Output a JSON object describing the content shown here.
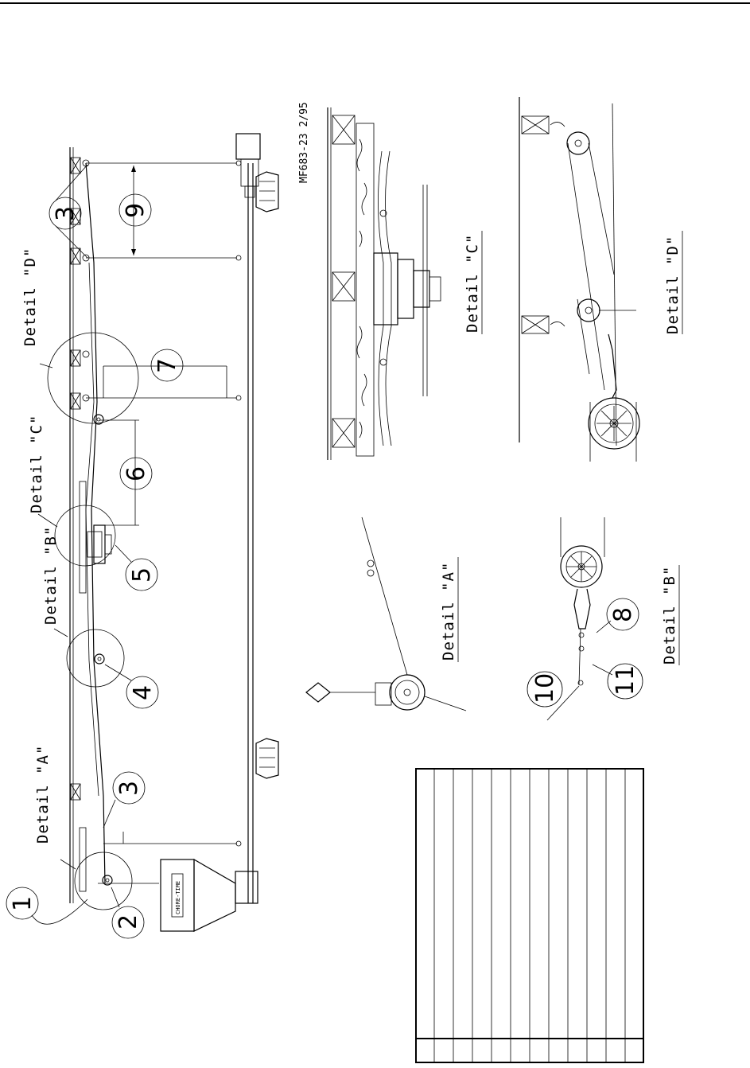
{
  "drawing_code": "MF683-23 2/95",
  "details": {
    "a": "Detail \"A\"",
    "b": "Detail \"B\"",
    "c": "Detail \"C\"",
    "d": "Detail \"D\"",
    "c_enlarged": "Detail \"C\"",
    "d_enlarged": "Detail \"D\"",
    "a_enlarged": "Detail \"A\"",
    "b_enlarged": "Detail \"B\""
  },
  "callouts": [
    "1",
    "2",
    "3",
    "3",
    "4",
    "5",
    "6",
    "7",
    "8",
    "9",
    "10",
    "11"
  ],
  "hopper_logo": "CHORE-TIME",
  "parts_table": {
    "rows": 12,
    "cells": []
  }
}
